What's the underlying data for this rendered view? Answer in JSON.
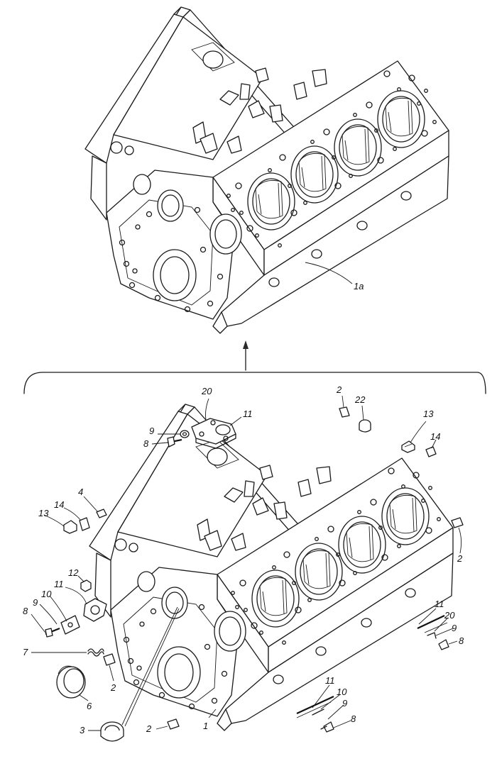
{
  "figure": {
    "top_label": "1a",
    "callouts": [
      {
        "id": "c-20-top",
        "text": "20"
      },
      {
        "id": "c-11-top",
        "text": "11"
      },
      {
        "id": "c-9-top",
        "text": "9"
      },
      {
        "id": "c-8-top",
        "text": "8"
      },
      {
        "id": "c-2-top",
        "text": "2"
      },
      {
        "id": "c-22",
        "text": "22"
      },
      {
        "id": "c-13-right",
        "text": "13"
      },
      {
        "id": "c-14-right",
        "text": "14"
      },
      {
        "id": "c-2-right",
        "text": "2"
      },
      {
        "id": "c-4",
        "text": "4"
      },
      {
        "id": "c-14-left",
        "text": "14"
      },
      {
        "id": "c-13-left",
        "text": "13"
      },
      {
        "id": "c-12",
        "text": "12"
      },
      {
        "id": "c-11-left",
        "text": "11"
      },
      {
        "id": "c-10-left",
        "text": "10"
      },
      {
        "id": "c-9-left",
        "text": "9"
      },
      {
        "id": "c-8-left",
        "text": "8"
      },
      {
        "id": "c-7",
        "text": "7"
      },
      {
        "id": "c-2-mid",
        "text": "2"
      },
      {
        "id": "c-6",
        "text": "6"
      },
      {
        "id": "c-3",
        "text": "3"
      },
      {
        "id": "c-2-bottom",
        "text": "2"
      },
      {
        "id": "c-1",
        "text": "1"
      },
      {
        "id": "c-11-br1",
        "text": "11"
      },
      {
        "id": "c-20-br1",
        "text": "20"
      },
      {
        "id": "c-9-br1",
        "text": "9"
      },
      {
        "id": "c-8-br1",
        "text": "8"
      },
      {
        "id": "c-11-br2",
        "text": "11"
      },
      {
        "id": "c-10-br2",
        "text": "10"
      },
      {
        "id": "c-9-br2",
        "text": "9"
      },
      {
        "id": "c-8-br2",
        "text": "8"
      }
    ]
  }
}
